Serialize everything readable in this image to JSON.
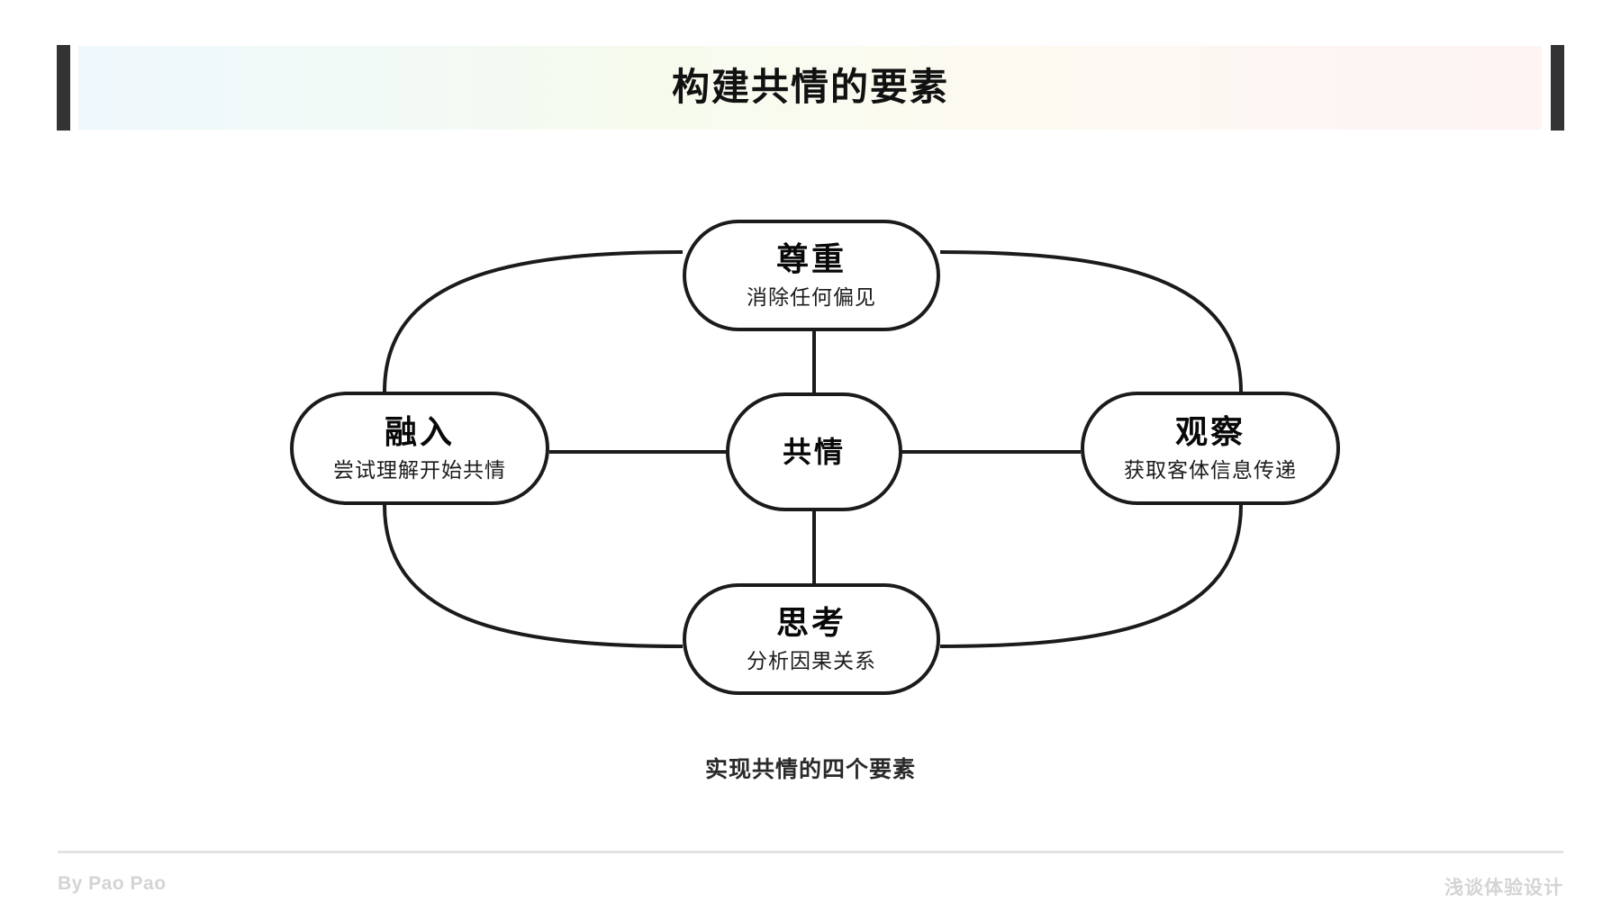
{
  "header": {
    "title": "构建共情的要素",
    "accent_bar_color": "#333333",
    "band_gradient_from": "#eff8fc",
    "band_gradient_to": "#fdf4f3"
  },
  "diagram": {
    "type": "radial-node-diagram",
    "caption": "实现共情的四个要素",
    "stroke_color": "#1b1b1b",
    "node_fill": "#ffffff",
    "center": {
      "id": "empathy",
      "title": "共情",
      "subtitle": ""
    },
    "nodes": [
      {
        "id": "respect",
        "position": "top",
        "title": "尊重",
        "subtitle": "消除任何偏见"
      },
      {
        "id": "immerse",
        "position": "left",
        "title": "融入",
        "subtitle": "尝试理解开始共情"
      },
      {
        "id": "observe",
        "position": "right",
        "title": "观察",
        "subtitle": "获取客体信息传递"
      },
      {
        "id": "think",
        "position": "bottom",
        "title": "思考",
        "subtitle": "分析因果关系"
      }
    ],
    "connections": [
      {
        "from": "empathy",
        "to": "respect",
        "style": "straight"
      },
      {
        "from": "empathy",
        "to": "immerse",
        "style": "straight"
      },
      {
        "from": "empathy",
        "to": "observe",
        "style": "straight"
      },
      {
        "from": "empathy",
        "to": "think",
        "style": "straight"
      },
      {
        "from": "immerse",
        "to": "respect",
        "style": "curved"
      },
      {
        "from": "respect",
        "to": "observe",
        "style": "curved"
      },
      {
        "from": "immerse",
        "to": "think",
        "style": "curved"
      },
      {
        "from": "think",
        "to": "observe",
        "style": "curved"
      }
    ]
  },
  "footer": {
    "left": "By Pao Pao",
    "right": "浅谈体验设计",
    "text_color": "#d4d4d4",
    "divider_color": "#e3e3e3"
  }
}
